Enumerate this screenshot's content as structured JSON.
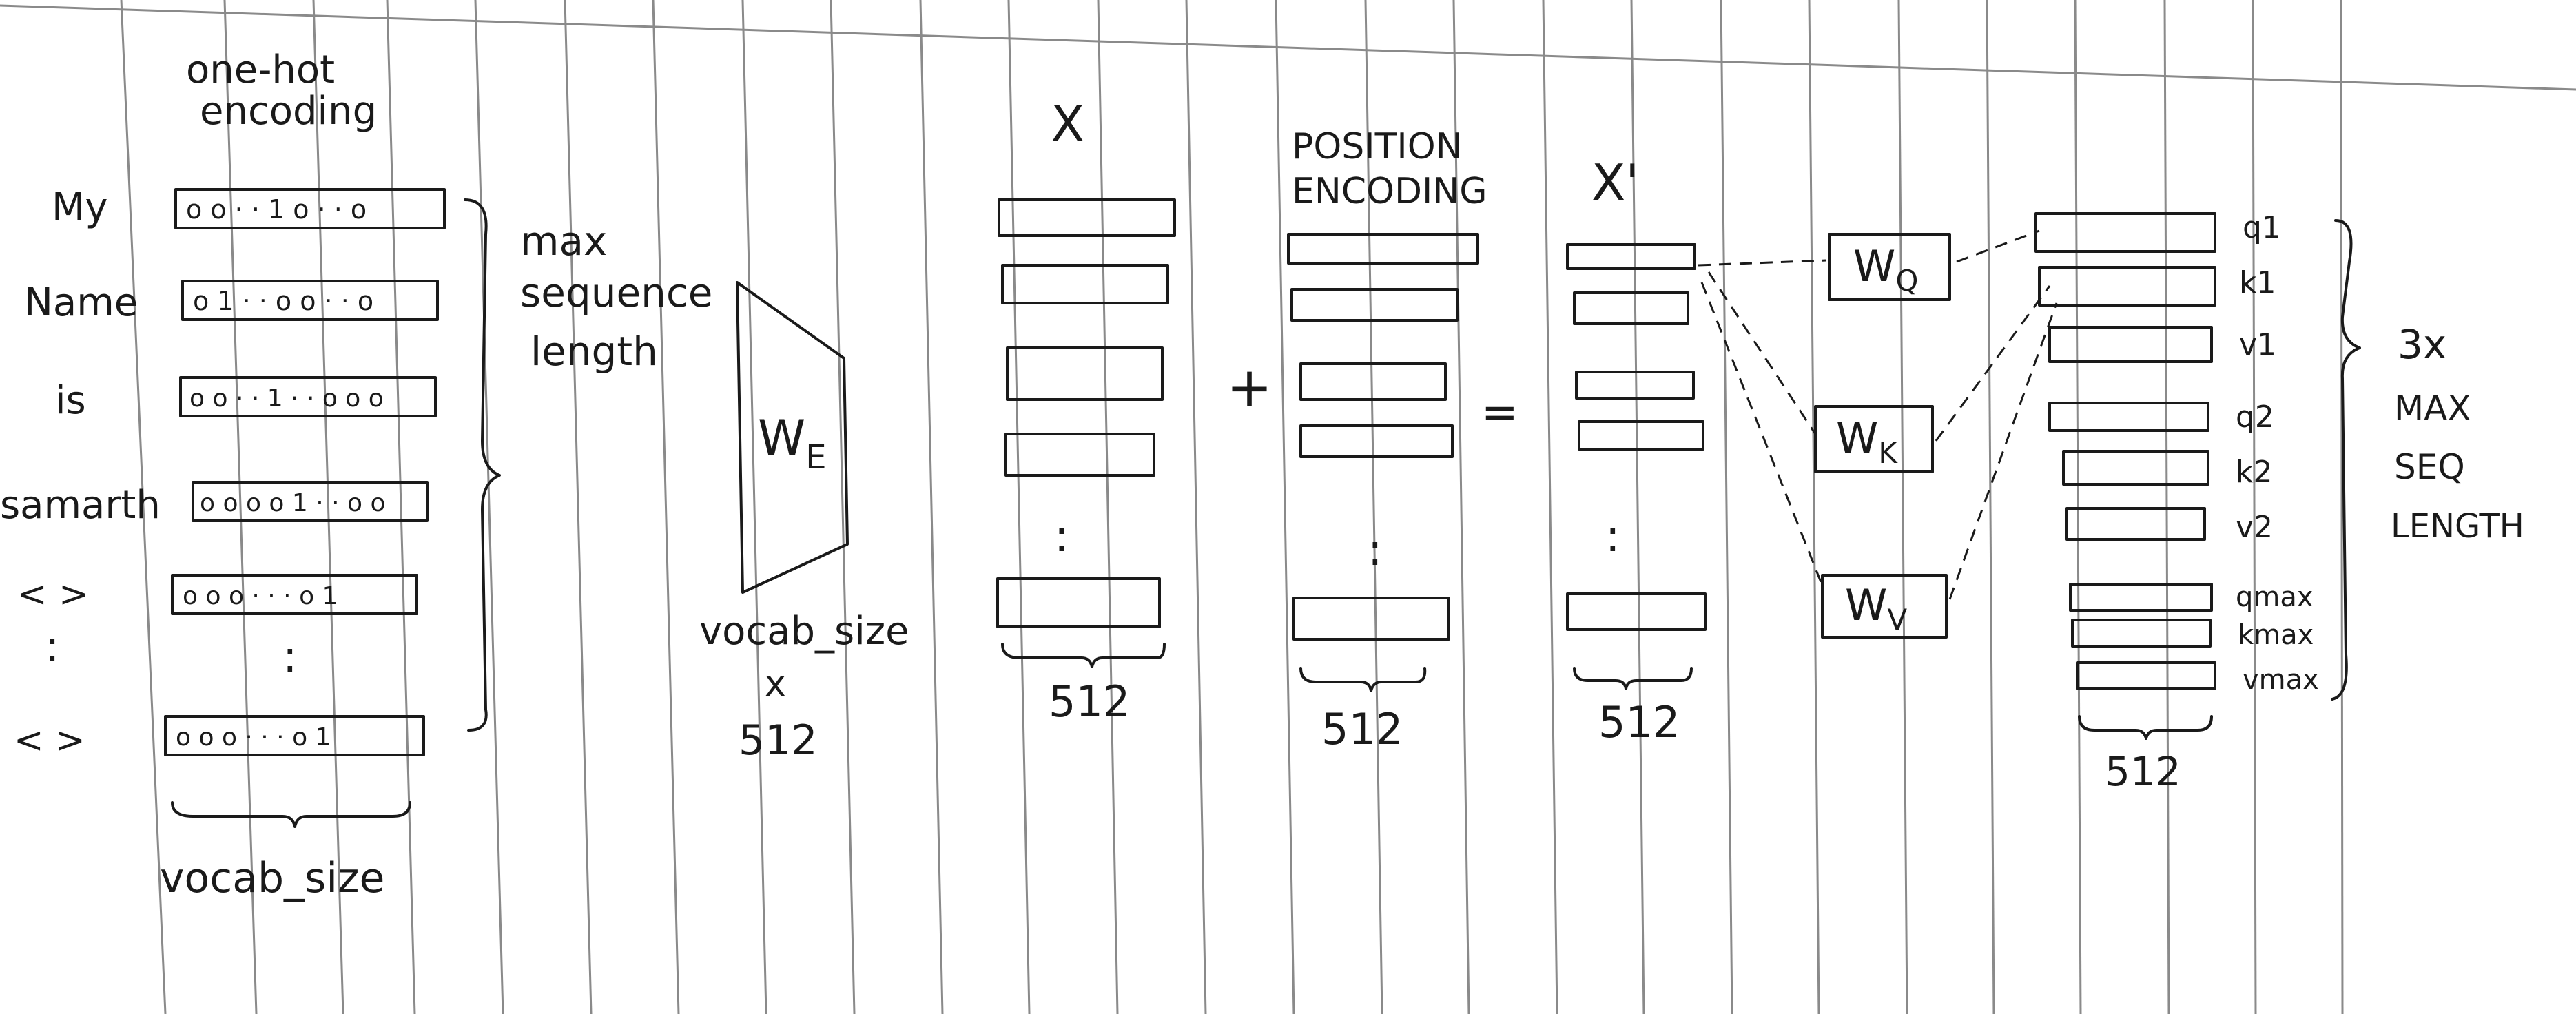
{
  "one_hot": {
    "title_line1": "one-hot",
    "title_line2": "encoding",
    "rows": [
      {
        "word": "My",
        "cells": "o o · · 1 o · · o"
      },
      {
        "word": "Name",
        "cells": "o 1 · · o o · · o"
      },
      {
        "word": "is",
        "cells": "o o · · 1 · · o o o"
      },
      {
        "word": "samarth",
        "cells": "o o o o 1 · · o o"
      },
      {
        "word": "< >",
        "cells": "o o o · · · o 1"
      },
      {
        "word": "< >",
        "cells": "o o o · · · o 1"
      }
    ],
    "vertical_dots": ":",
    "brace_label_line1": "max",
    "brace_label_line2": "sequence",
    "brace_label_line3": "length",
    "bottom_label": "vocab_size"
  },
  "embedding": {
    "label": "W",
    "sub": "E",
    "dim_line1": "vocab_size",
    "dim_line2": "x",
    "dim_line3": "512"
  },
  "x_block": {
    "label": "X",
    "dim": "512"
  },
  "plus": "+",
  "position": {
    "label_line1": "POSITION",
    "label_line2": "ENCODING",
    "dim": "512"
  },
  "equals": "=",
  "x_prime": {
    "label": "X'",
    "dim": "512"
  },
  "weights": [
    {
      "label": "W",
      "sub": "Q"
    },
    {
      "label": "W",
      "sub": "K"
    },
    {
      "label": "W",
      "sub": "V"
    }
  ],
  "qkv": {
    "rows": [
      "q1",
      "k1",
      "v1",
      "q2",
      "k2",
      "v2",
      "qmax",
      "kmax",
      "vmax"
    ],
    "dim": "512",
    "brace_label_line1": "3x",
    "brace_label_line2": "MAX",
    "brace_label_line3": "SEQ",
    "brace_label_line4": "LENGTH"
  }
}
